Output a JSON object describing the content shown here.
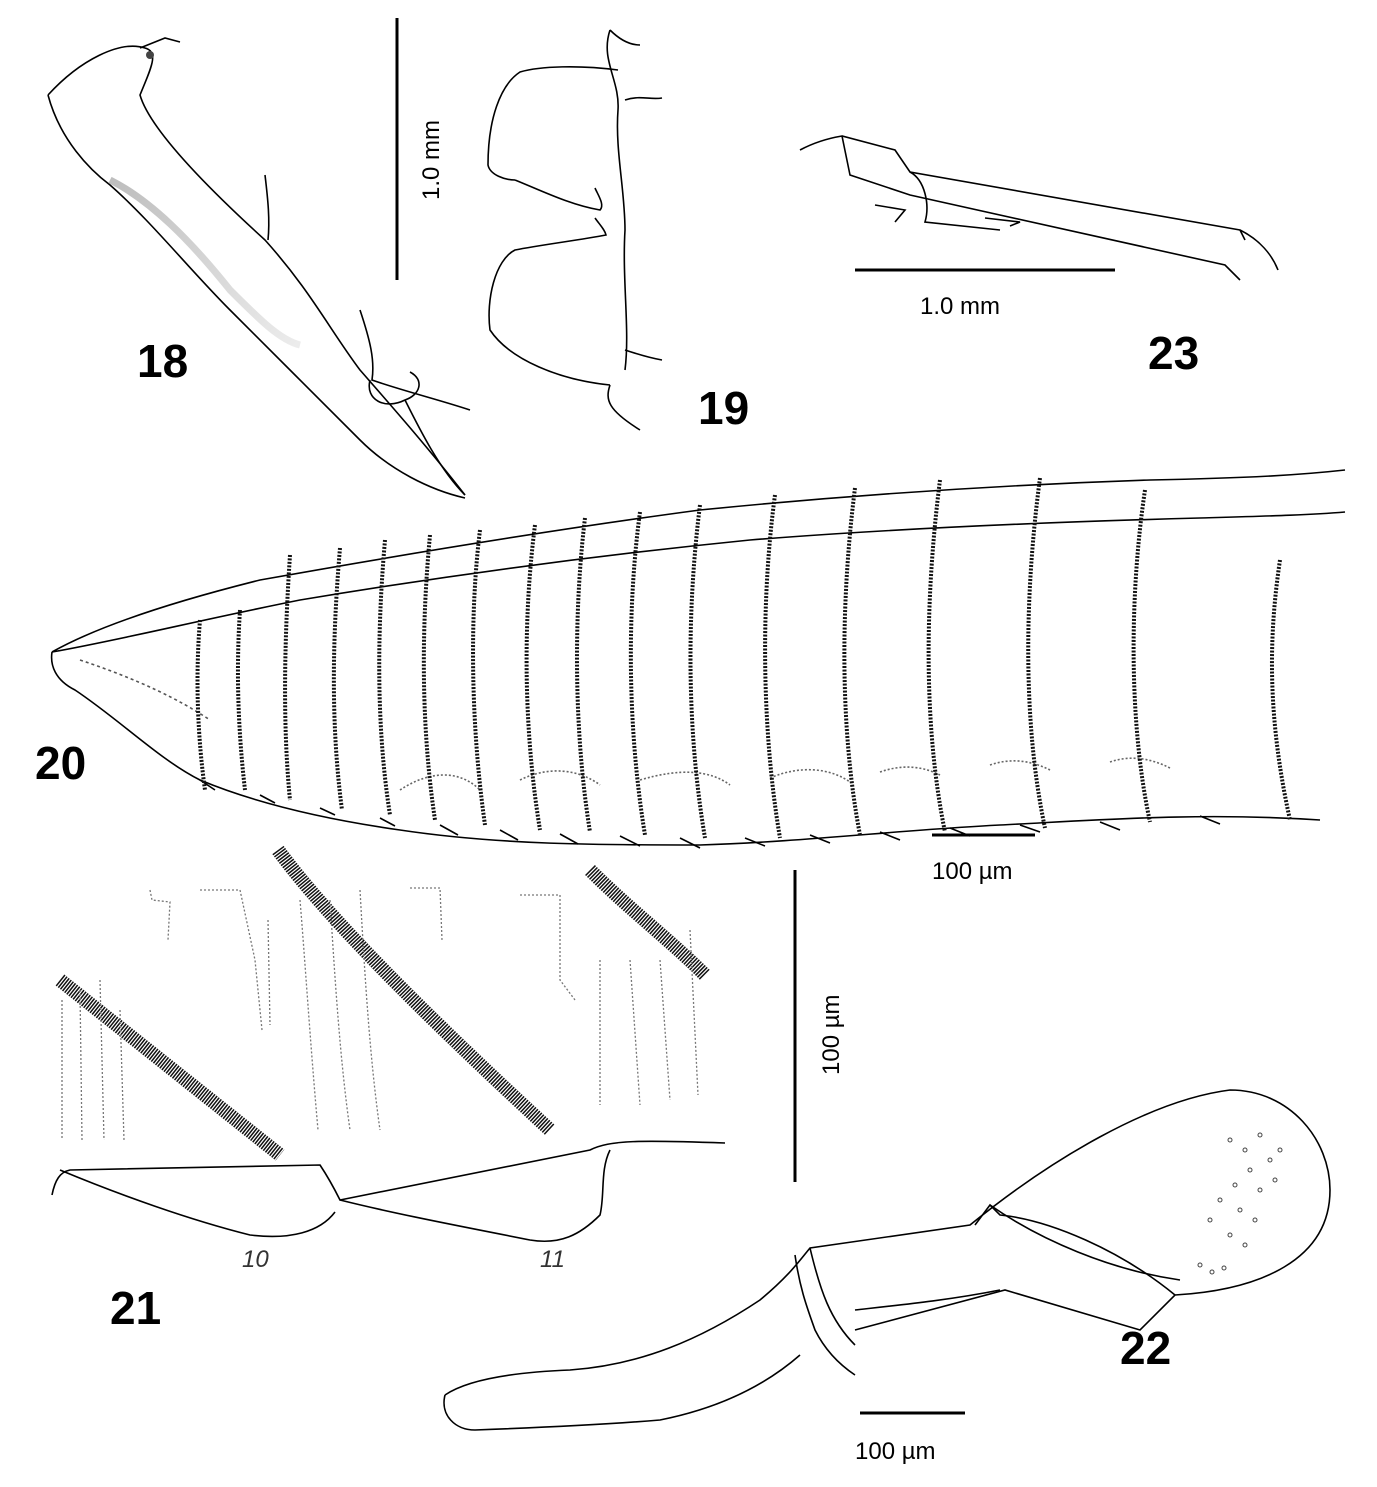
{
  "figures": {
    "f18": "18",
    "f19": "19",
    "f20": "20",
    "f21": "21",
    "f22": "22",
    "f23": "23"
  },
  "scale_bars": {
    "sb_18_19": "1.0 mm",
    "sb_23": "1.0 mm",
    "sb_20": "100 µm",
    "sb_21": "100 µm",
    "sb_22": "100 µm"
  },
  "segments": {
    "s10": "10",
    "s11": "11"
  },
  "colors": {
    "ink": "#000000",
    "stipple": "#555555",
    "background": "#ffffff"
  }
}
